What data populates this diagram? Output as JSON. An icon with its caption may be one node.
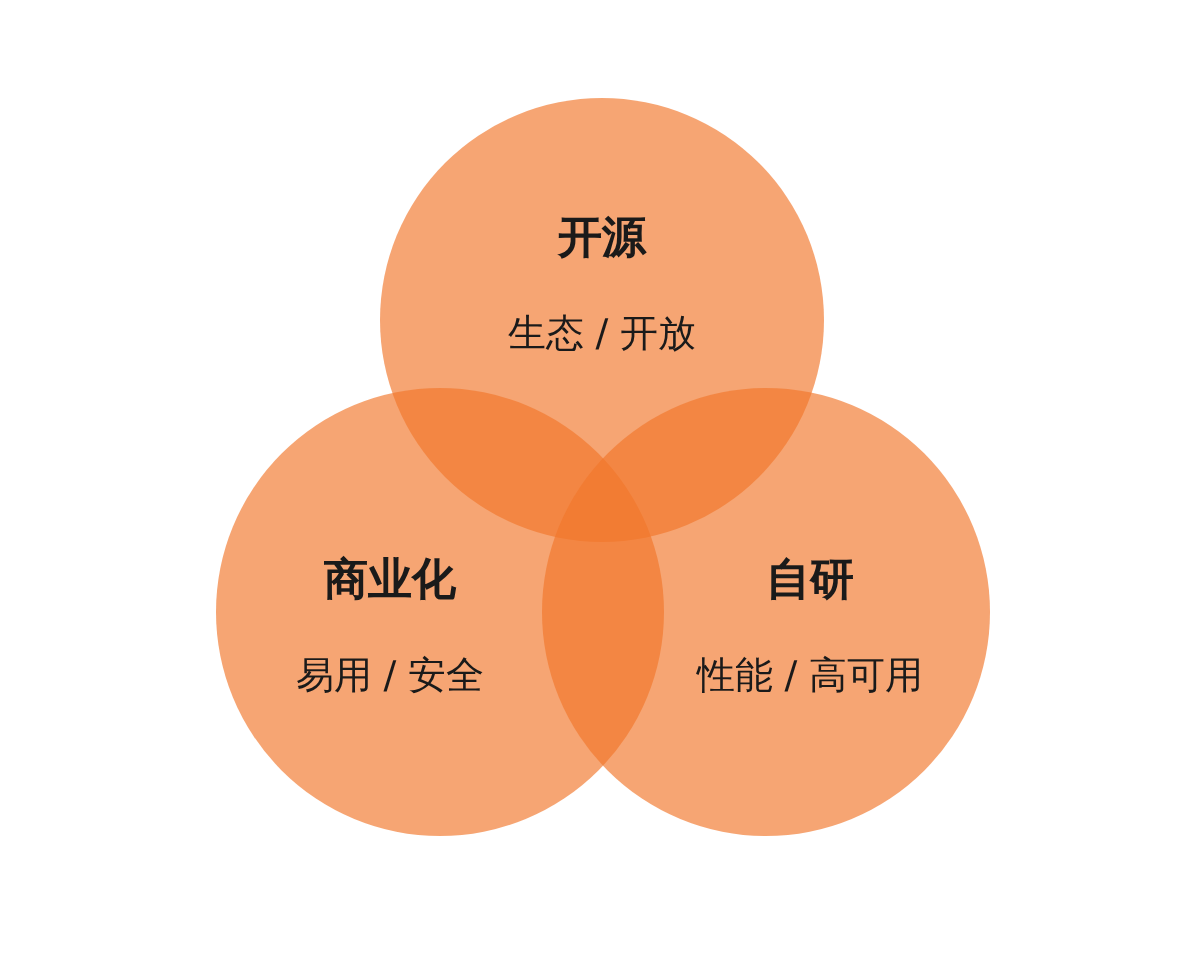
{
  "diagram": {
    "nodes": [
      {
        "text": [
          "开源",
          "生态 / 开放"
        ]
      },
      {
        "text": [
          "商业化",
          "易用 / 安全"
        ]
      },
      {
        "text": [
          "自研",
          "性能 / 高可用"
        ]
      }
    ]
  }
}
